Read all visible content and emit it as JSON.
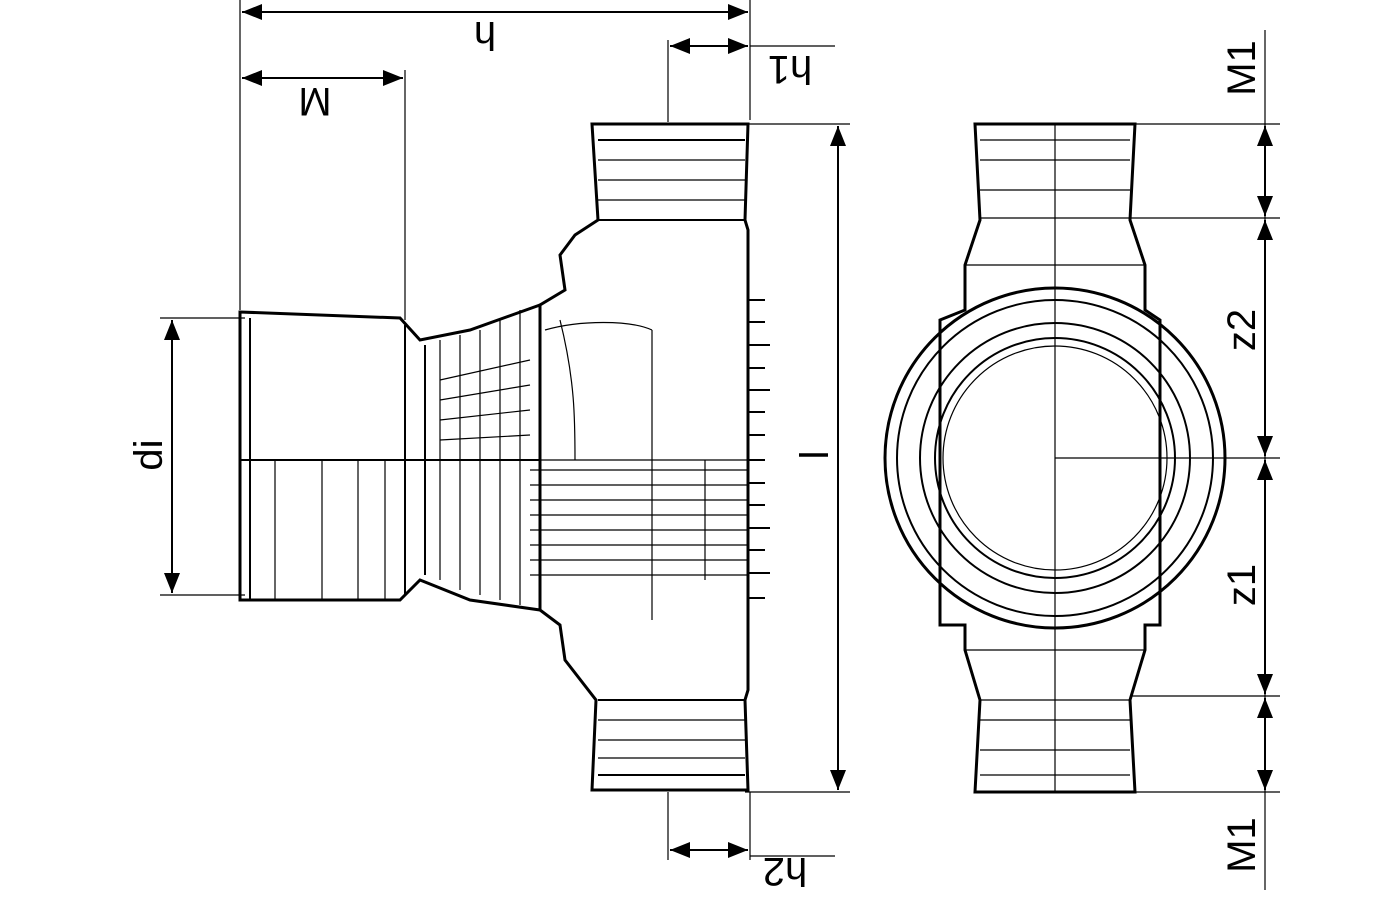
{
  "drawing": {
    "title": "Pipe tee fitting dimension drawing",
    "labels": {
      "h": "h",
      "M": "M",
      "h1": "h1",
      "di": "di",
      "l": "l",
      "h2": "h2",
      "M1_top": "M1",
      "z2": "z2",
      "z1": "z1",
      "M1_bottom": "M1"
    },
    "colors": {
      "line": "#000000",
      "background": "#ffffff"
    }
  }
}
